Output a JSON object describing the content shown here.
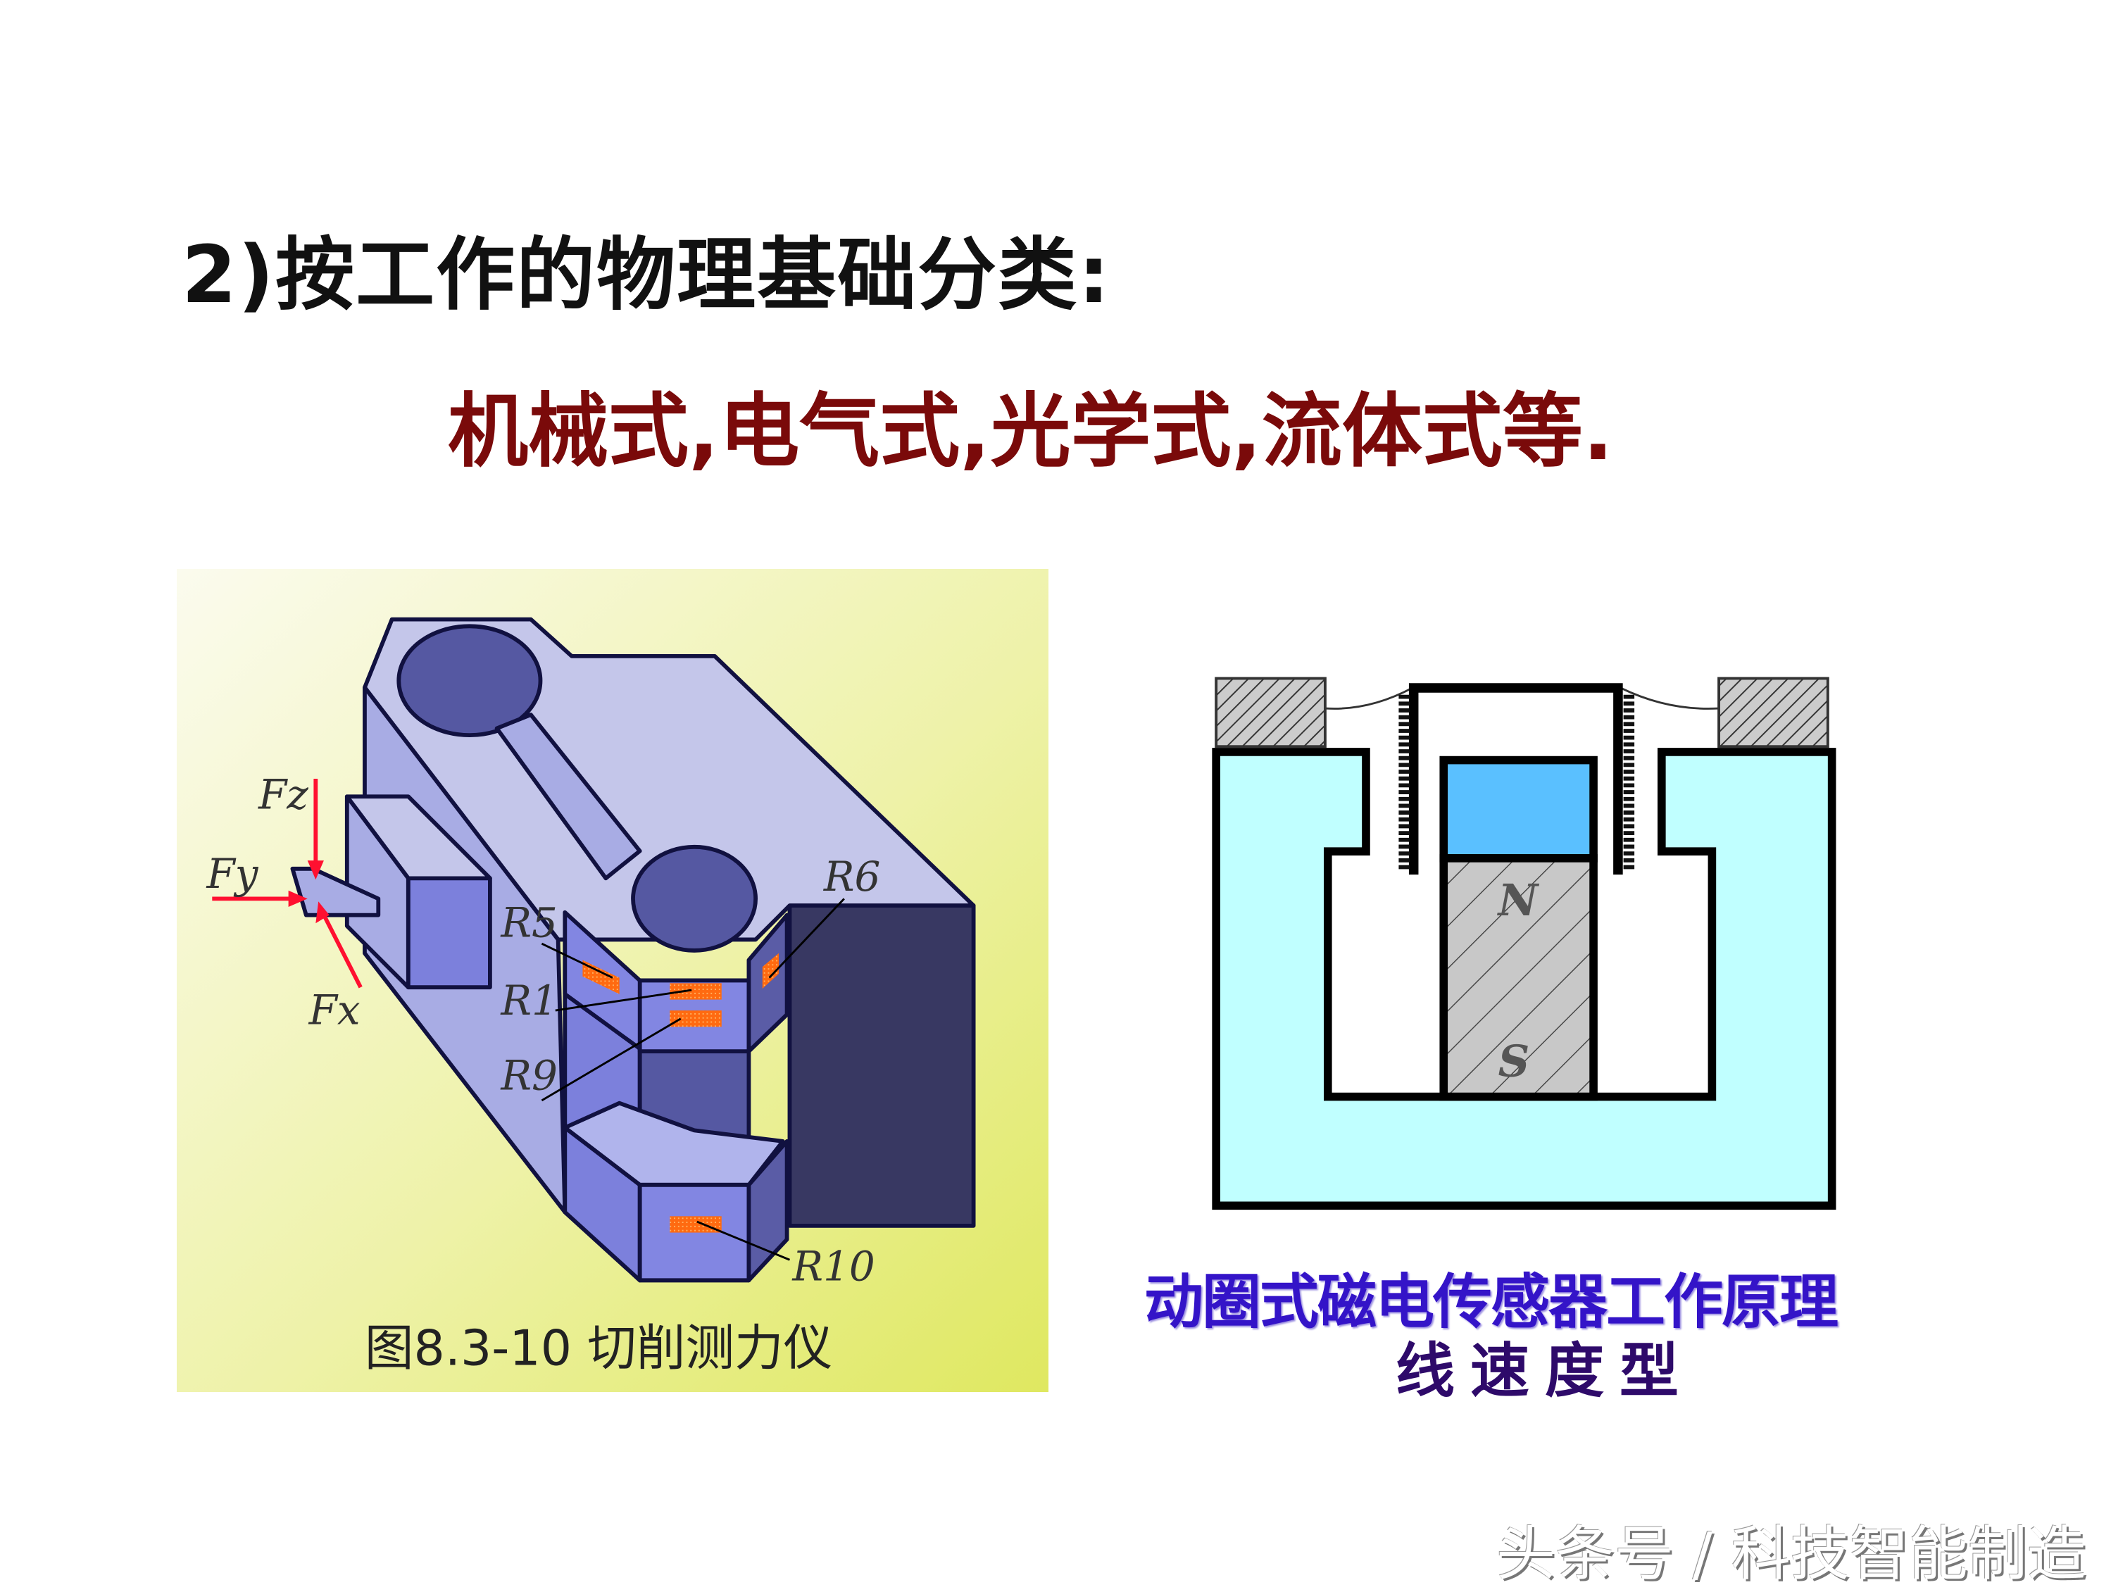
{
  "slide": {
    "title": "2)按工作的物理基础分类:",
    "subtitle": "机械式,电气式,光学式,流体式等."
  },
  "figure_left": {
    "caption": "图8.3-10  切削测力仪",
    "labels": {
      "fz": "Fz",
      "fy": "Fy",
      "fx": "Fx",
      "r5": "R5",
      "r1": "R1",
      "r9": "R9",
      "r6": "R6",
      "r10": "R10"
    },
    "colors": {
      "force_arrow": "#ff1030",
      "gauge": "#ff6a10"
    }
  },
  "figure_right": {
    "caption_line1": "动圈式磁电传感器工作原理",
    "caption_line2": "线速度型",
    "pole_n": "N",
    "pole_s": "S",
    "colors": {
      "yoke": "#c0ffff",
      "magnet_top": "#5ac0ff",
      "magnet": "#c8c8c8"
    }
  },
  "watermark": "头条号 / 科技智能制造"
}
